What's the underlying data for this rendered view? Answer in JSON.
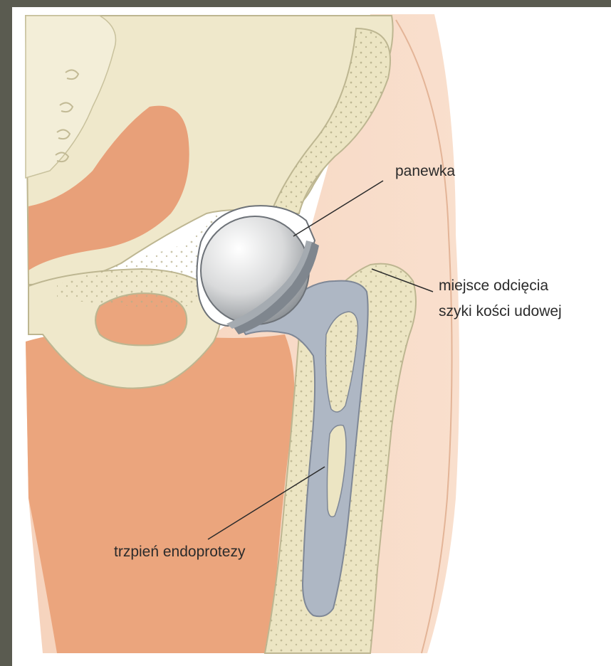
{
  "labels": {
    "cup": "panewka",
    "cut_site_line1": "miejsce odcięcia",
    "cut_site_line2": "szyki kości udowej",
    "stem": "trzpień endoprotezy"
  },
  "colors": {
    "frame_border": "#5a5b50",
    "skin": "#f2c7ab",
    "muscle": "#e9a47c",
    "bone": "#ece5c3",
    "bone_outline": "#b9b28d",
    "implant_metal": "#aeb6c2",
    "ball_light": "#f4f4f4",
    "ball_dark": "#8f969c"
  }
}
